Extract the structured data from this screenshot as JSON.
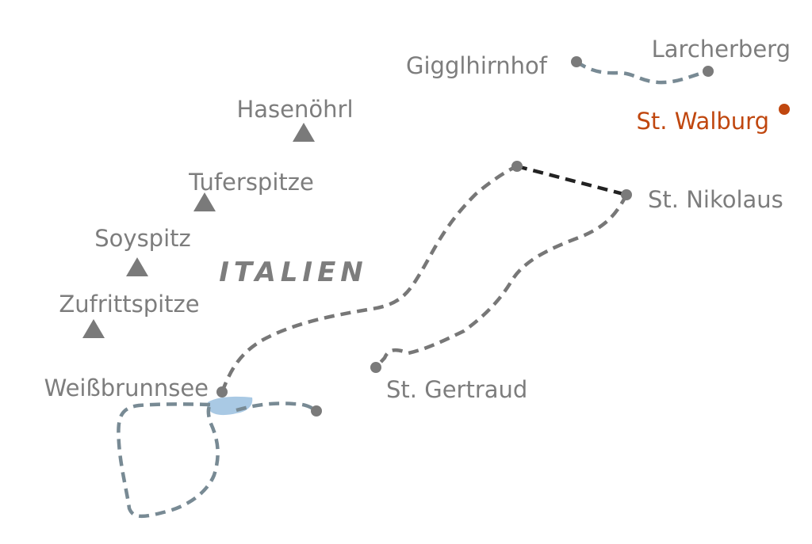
{
  "map": {
    "country_label": "ITALIEN",
    "peaks": [
      {
        "name": "Hasenöhrl"
      },
      {
        "name": "Tuferspitze"
      },
      {
        "name": "Soyspitz"
      },
      {
        "name": "Zufrittspitze"
      }
    ],
    "places": {
      "gigglhirnhof": "Gigglhirnhof",
      "larcherberg": "Larcherberg",
      "st_walburg": "St. Walburg",
      "st_nikolaus": "St. Nikolaus",
      "st_gertraud": "St. Gertraud",
      "weissbrunnsee": "Weißbrunnsee"
    },
    "colors": {
      "label": "#7d7d7d",
      "highlight": "#c0470f",
      "trail_gray": "#777777",
      "trail_bluegray": "#788a94",
      "trail_black": "#222222",
      "lake": "#a9c9e4"
    }
  }
}
